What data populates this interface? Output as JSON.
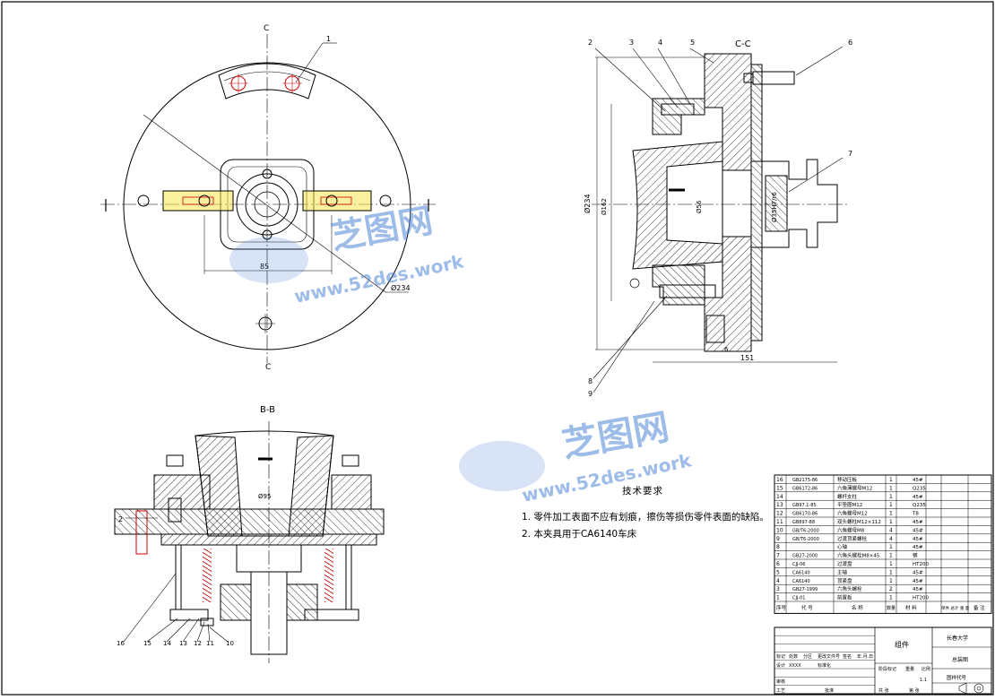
{
  "views": {
    "top_section": "C",
    "top_section_bottom": "C",
    "cc_title": "C-C",
    "bb_title": "B-B"
  },
  "dims": {
    "d234_plan": "Ø234",
    "w85": "85",
    "h234": "Ø234",
    "d162": "Ø162",
    "d56": "Ø56",
    "d35": "Ø35H7/r6",
    "w151": "151",
    "w6": "6",
    "d95": "Ø95"
  },
  "balloons_cc": [
    "2",
    "3",
    "4",
    "5",
    "6",
    "7",
    "8",
    "9"
  ],
  "balloon_plan": "1",
  "balloons_bb": [
    "16",
    "15",
    "14",
    "13",
    "12",
    "11",
    "10"
  ],
  "balloon_bb_left": "2",
  "watermark": {
    "brand": "芝图网",
    "url": "www.52des.work"
  },
  "notes": {
    "title": "技术要求",
    "lines": [
      "1. 零件加工表面不应有划痕，擦伤等损伤零件表面的缺陷。",
      "2. 本夹具用于CA6140车床"
    ]
  },
  "bom": [
    {
      "no": "16",
      "code": "GB2175-86",
      "name": "移动压板",
      "qty": "1",
      "mat": "45#"
    },
    {
      "no": "15",
      "code": "GB6172-86",
      "name": "六角薄螺母M12",
      "qty": "1",
      "mat": "Q235"
    },
    {
      "no": "14",
      "code": "",
      "name": "螺杆支柱",
      "qty": "1",
      "mat": "45#"
    },
    {
      "no": "13",
      "code": "GB97.1-85",
      "name": "平垫圈M12",
      "qty": "1",
      "mat": "Q235"
    },
    {
      "no": "12",
      "code": "GB6170-86",
      "name": "六角螺母M12",
      "qty": "1",
      "mat": "T8"
    },
    {
      "no": "11",
      "code": "GB897-88",
      "name": "双头螺柱M12×112",
      "qty": "1",
      "mat": "45#"
    },
    {
      "no": "10",
      "code": "GB/T6-2000",
      "name": "六角螺母M8",
      "qty": "4",
      "mat": "45#"
    },
    {
      "no": "9",
      "code": "GB/T6-2000",
      "name": "过渡顶紧螺栓",
      "qty": "4",
      "mat": "45#"
    },
    {
      "no": "8",
      "code": "",
      "name": "心轴",
      "qty": "1",
      "mat": "45#"
    },
    {
      "no": "7",
      "code": "GB27-2000",
      "name": "六角头螺栓M8×45",
      "qty": "1",
      "mat": "钢"
    },
    {
      "no": "6",
      "code": "CJJ-06",
      "name": "过渡盘",
      "qty": "1",
      "mat": "HT200"
    },
    {
      "no": "5",
      "code": "CA6140",
      "name": "主轴",
      "qty": "1",
      "mat": "45#"
    },
    {
      "no": "4",
      "code": "CA6140",
      "name": "顶紧盘",
      "qty": "1",
      "mat": "45#"
    },
    {
      "no": "3",
      "code": "GB27-1999",
      "name": "六角头螺栓",
      "qty": "2",
      "mat": "45#"
    },
    {
      "no": "1",
      "code": "CJJ-01",
      "name": "前置板",
      "qty": "1",
      "mat": "HT200"
    }
  ],
  "bom_head": {
    "no": "序号",
    "code": "代 号",
    "name": "名 称",
    "qty": "数量",
    "mat": "材 料",
    "wt": "单件 总计 重 量",
    "rem": "备 注"
  },
  "title_block": {
    "part": "组件",
    "school": "长春大学",
    "drawing": "总装图",
    "code_label": "图样代号",
    "mark": "标记",
    "count": "处数",
    "zone": "分区",
    "change_no": "更改文件号",
    "sign": "签名",
    "date": "年.月.日",
    "design": "设计",
    "design_name": "XXXX",
    "standard": "标准化",
    "stage": "阶段标记",
    "weight": "重量",
    "scale": "比例",
    "scale_val": "1:1",
    "review": "审核",
    "craft": "工艺",
    "approve": "批准",
    "sheets": "共 张",
    "sheet_no": "第 张"
  }
}
